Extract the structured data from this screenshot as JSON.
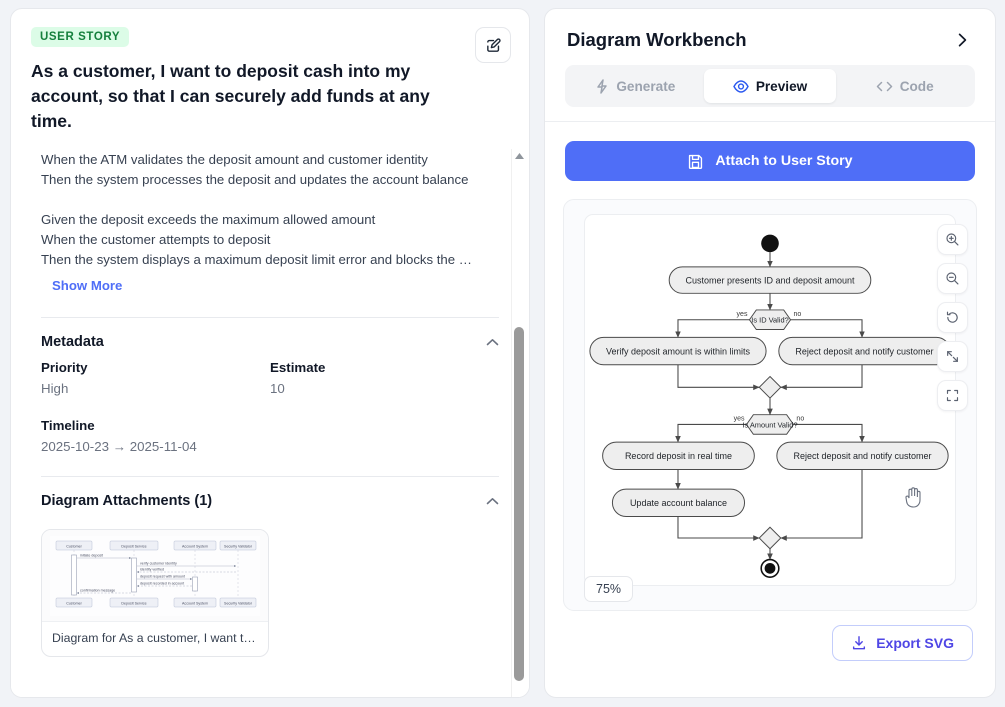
{
  "story": {
    "badge": "USER STORY",
    "title": "As a customer, I want to deposit cash into my account, so that I can securely add funds at any time.",
    "edit_icon": "edit-pencil-square-icon",
    "acceptance_text": "When the ATM validates the deposit amount and customer identity\nThen the system processes the deposit and updates the account balance\n\nGiven the deposit exceeds the maximum allowed amount\nWhen the customer attempts to deposit\nThen the system displays a maximum deposit limit error and blocks the …",
    "show_more": "Show More"
  },
  "metadata": {
    "heading": "Metadata",
    "collapse_icon": "chevron-up-icon",
    "priority_label": "Priority",
    "priority_value": "High",
    "estimate_label": "Estimate",
    "estimate_value": "10",
    "timeline_label": "Timeline",
    "timeline_value": "2025-10-23 → 2025-11-04"
  },
  "attachments": {
    "heading": "Diagram Attachments (1)",
    "collapse_icon": "chevron-up-icon",
    "items": [
      {
        "caption": "Diagram for As a customer, I want to …",
        "thumbnail_type": "sequence-diagram",
        "participants": [
          "Customer",
          "Deposit Service",
          "Account System",
          "Security Validator"
        ],
        "messages": [
          "initiate deposit",
          "verify customer identity",
          "identity verified",
          "deposit request with amount",
          "deposit recorded in account",
          "confirmation message"
        ]
      }
    ]
  },
  "workbench": {
    "title": "Diagram Workbench",
    "collapse_icon": "chevron-right-icon",
    "tabs": [
      {
        "label": "Generate",
        "icon": "lightning-bolt-icon",
        "active": false
      },
      {
        "label": "Preview",
        "icon": "eye-icon",
        "active": true
      },
      {
        "label": "Code",
        "icon": "code-brackets-icon",
        "active": false
      }
    ],
    "attach_button": {
      "label": "Attach to User Story",
      "icon": "save-disk-icon"
    },
    "zoom_level": "75%",
    "export_button": {
      "label": "Export SVG",
      "icon": "download-icon"
    },
    "controls": [
      {
        "name": "zoom-in",
        "icon": "magnifier-plus-icon"
      },
      {
        "name": "zoom-out",
        "icon": "magnifier-minus-icon"
      },
      {
        "name": "reset-view",
        "icon": "rotate-ccw-icon"
      },
      {
        "name": "fit-to-screen",
        "icon": "arrows-expand-icon"
      },
      {
        "name": "fullscreen",
        "icon": "fullscreen-corners-icon"
      }
    ],
    "cursor": "grab-hand-cursor"
  },
  "diagram": {
    "type": "activity",
    "nodes": [
      {
        "id": "start",
        "shape": "initial-node",
        "label": ""
      },
      {
        "id": "a1",
        "shape": "action",
        "label": "Customer presents ID and deposit amount"
      },
      {
        "id": "d1",
        "shape": "decision",
        "label": "Is ID Valid?"
      },
      {
        "id": "a2",
        "shape": "action",
        "label": "Verify deposit amount is within limits"
      },
      {
        "id": "a3",
        "shape": "action",
        "label": "Reject deposit and notify customer"
      },
      {
        "id": "m1",
        "shape": "merge",
        "label": ""
      },
      {
        "id": "d2",
        "shape": "decision",
        "label": "Is Amount Valid?"
      },
      {
        "id": "a4",
        "shape": "action",
        "label": "Record deposit in real time"
      },
      {
        "id": "a5",
        "shape": "action",
        "label": "Reject deposit and notify customer"
      },
      {
        "id": "a6",
        "shape": "action",
        "label": "Update account balance"
      },
      {
        "id": "m2",
        "shape": "merge",
        "label": ""
      },
      {
        "id": "end",
        "shape": "final-node",
        "label": ""
      }
    ],
    "edge_labels": {
      "d1_yes": "yes",
      "d1_no": "no",
      "d2_yes": "yes",
      "d2_no": "no"
    }
  },
  "colors": {
    "accent": "#4f6ef7",
    "badge_bg": "#dcfce7",
    "badge_fg": "#15803d",
    "export_fg": "#4f46e5",
    "page_bg": "#f1f3f7"
  }
}
